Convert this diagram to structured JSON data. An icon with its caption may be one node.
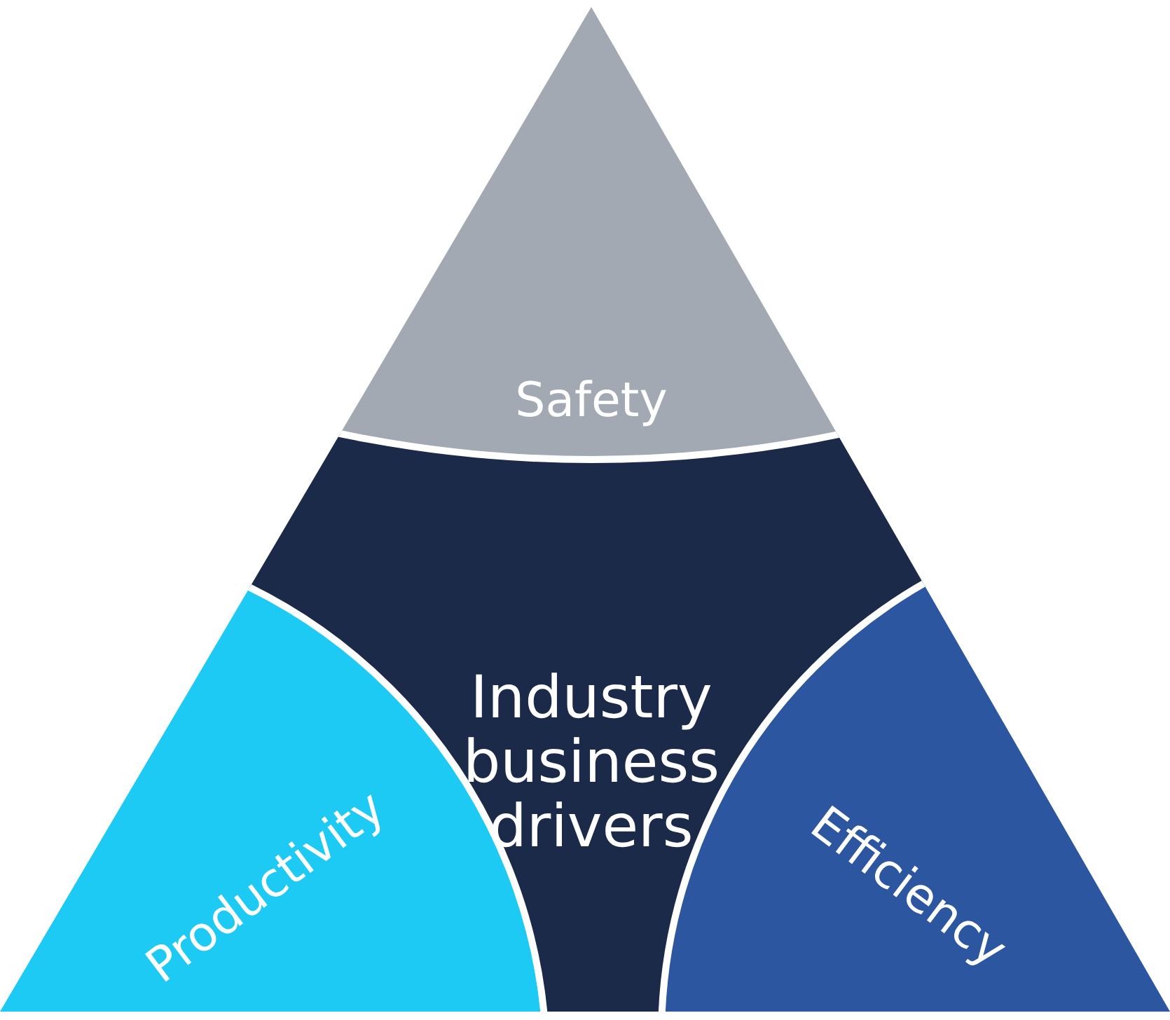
{
  "diagram": {
    "nodes": [
      {
        "text": [
          "Safety"
        ]
      },
      {
        "text": [
          "Industry business drivers"
        ]
      },
      {
        "text": [
          "Productivity"
        ]
      },
      {
        "text": [
          "Efficiency"
        ]
      }
    ]
  }
}
